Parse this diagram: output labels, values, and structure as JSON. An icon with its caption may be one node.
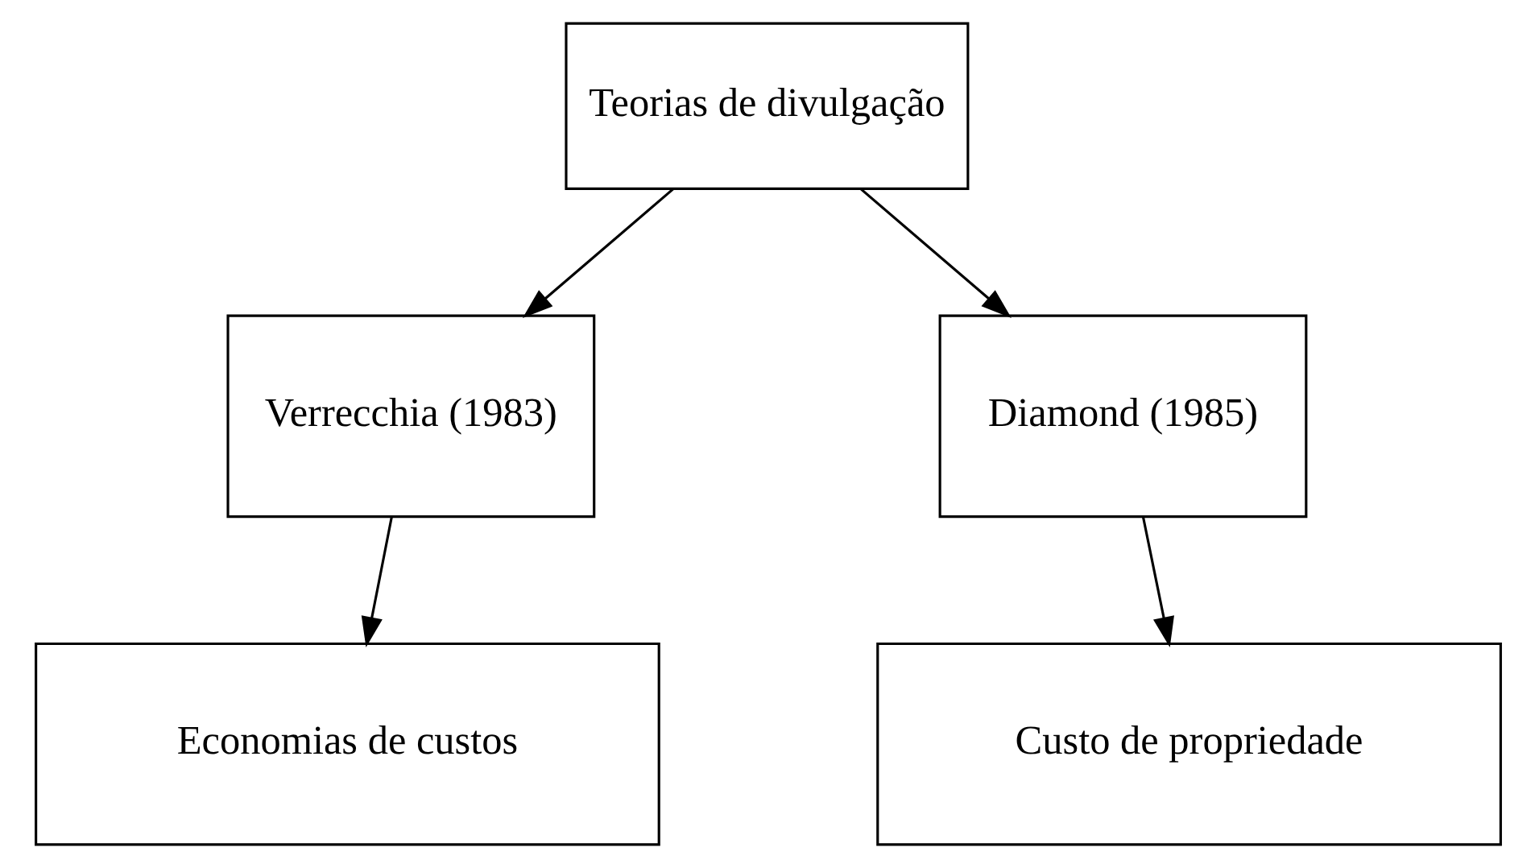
{
  "diagram": {
    "nodes": [
      {
        "text": [
          "Teorias de divulgação"
        ]
      },
      {
        "text": [
          "Verrecchia (1983)"
        ]
      },
      {
        "text": [
          "Diamond (1985)"
        ]
      },
      {
        "text": [
          "Economias de custos"
        ]
      },
      {
        "text": [
          "Custo de propriedade"
        ]
      }
    ],
    "edges": [
      {
        "from": 0,
        "to": 1,
        "arrow": "to"
      },
      {
        "from": 0,
        "to": 2,
        "arrow": "to"
      },
      {
        "from": 1,
        "to": 3,
        "arrow": "to"
      },
      {
        "from": 2,
        "to": 4,
        "arrow": "to"
      }
    ]
  }
}
